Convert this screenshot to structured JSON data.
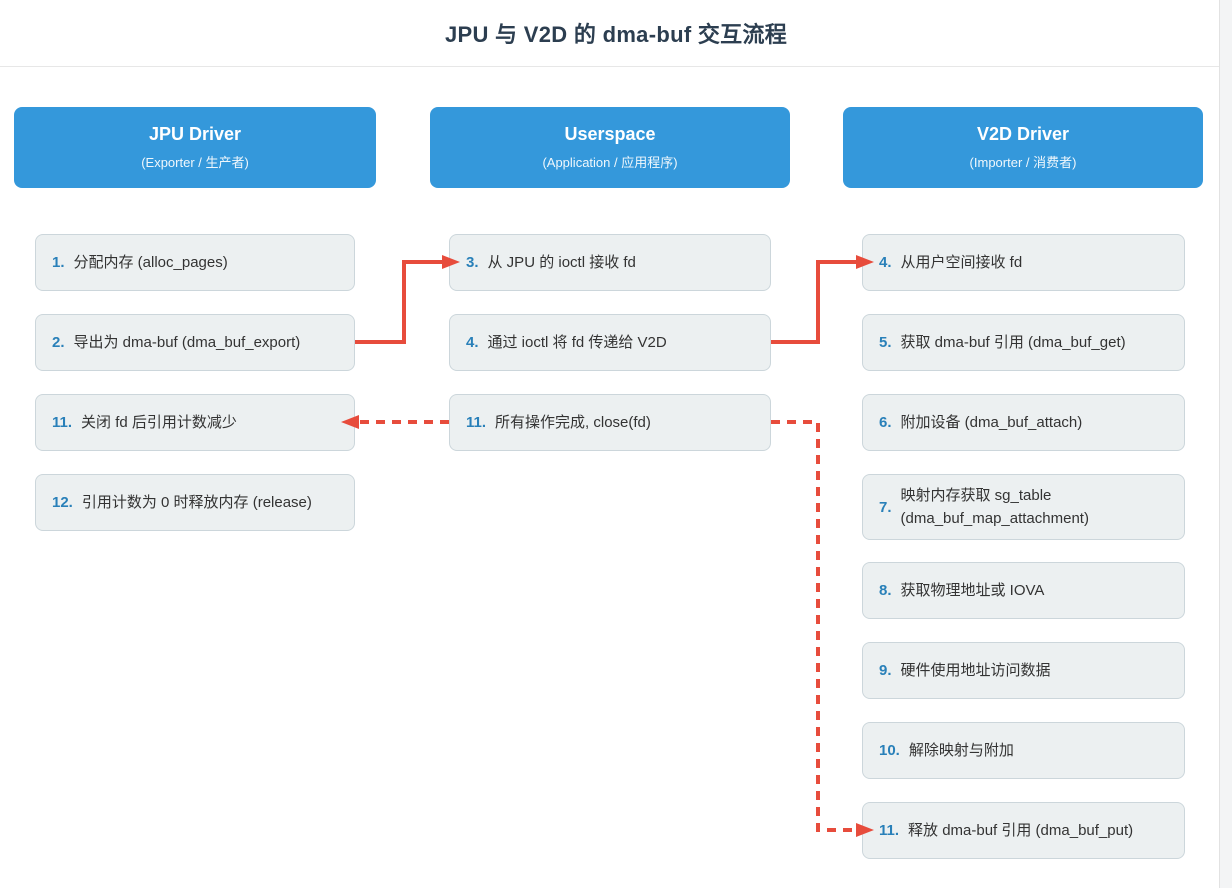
{
  "title": "JPU 与 V2D 的 dma-buf 交互流程",
  "colors": {
    "header-blue": "#3498db",
    "number-blue": "#2980b9",
    "arrow-red": "#e74c3c",
    "box-bg": "#ecf0f1",
    "box-border": "#ccd6db",
    "title-color": "#2c3e50",
    "step-text": "#333333"
  },
  "columns": [
    {
      "title": "JPU Driver",
      "subtitle": "(Exporter / 生产者)",
      "steps": [
        {
          "num": "1.",
          "text": "分配内存 (alloc_pages)"
        },
        {
          "num": "2.",
          "text": "导出为 dma-buf (dma_buf_export)"
        },
        {
          "num": "11.",
          "text": "关闭 fd 后引用计数减少"
        },
        {
          "num": "12.",
          "text": "引用计数为 0 时释放内存 (release)"
        }
      ]
    },
    {
      "title": "Userspace",
      "subtitle": "(Application / 应用程序)",
      "steps": [
        {
          "num": "3.",
          "text": "从 JPU 的 ioctl 接收 fd"
        },
        {
          "num": "4.",
          "text": "通过 ioctl 将 fd 传递给 V2D"
        },
        {
          "num": "11.",
          "text": "所有操作完成, close(fd)"
        }
      ]
    },
    {
      "title": "V2D Driver",
      "subtitle": "(Importer / 消费者)",
      "steps": [
        {
          "num": "4.",
          "text": "从用户空间接收 fd"
        },
        {
          "num": "5.",
          "text": "获取 dma-buf 引用 (dma_buf_get)"
        },
        {
          "num": "6.",
          "text": "附加设备 (dma_buf_attach)"
        },
        {
          "num": "7.",
          "text": "映射内存获取 sg_table (dma_buf_map_attachment)"
        },
        {
          "num": "8.",
          "text": "获取物理地址或 IOVA"
        },
        {
          "num": "9.",
          "text": "硬件使用地址访问数据"
        },
        {
          "num": "10.",
          "text": "解除映射与附加"
        },
        {
          "num": "11.",
          "text": "释放 dma-buf 引用 (dma_buf_put)"
        }
      ]
    }
  ],
  "arrows": [
    {
      "from": "jpu-step-2",
      "to": "userspace-step-3",
      "style": "solid"
    },
    {
      "from": "userspace-step-4",
      "to": "v2d-step-4",
      "style": "solid"
    },
    {
      "from": "userspace-step-11",
      "to": "jpu-step-11",
      "style": "dashed"
    },
    {
      "from": "userspace-step-11",
      "to": "v2d-step-11",
      "style": "dashed"
    }
  ]
}
